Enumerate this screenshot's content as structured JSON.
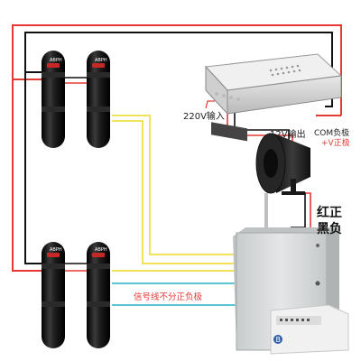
{
  "labels": {
    "ac_input": "220V输入",
    "dc_output": "12V输出",
    "com_negative": "COM负极",
    "v_positive": "+V正极",
    "red_positive": "红正",
    "black_negative": "黑负",
    "signal_note": "信号线不分正负极"
  },
  "sensor_badges": {
    "tl": "ABPH",
    "tr": "ABPH",
    "bl": "ABPH",
    "br": "ABPH"
  },
  "colors": {
    "wire_red": "#e53935",
    "wire_black": "#111111",
    "wire_yellow": "#f2e35b",
    "wire_cyan": "#56c7d3",
    "sensor_body": "#1a1a1a",
    "box_gray": "#d9dcdd"
  }
}
